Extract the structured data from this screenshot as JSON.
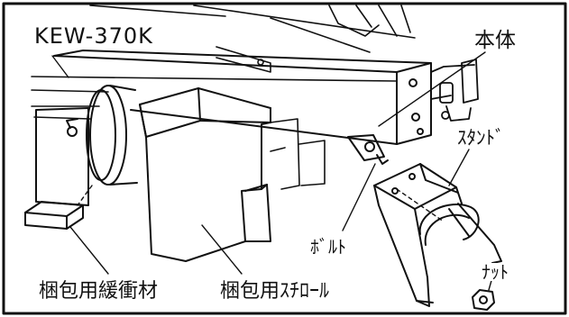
{
  "labels": {
    "model": "KEW-370K",
    "main_body": "本体",
    "stand": "ｽﾀﾝﾄﾞ",
    "bolt": "ﾎﾞﾙﾄ",
    "nut": "ﾅｯﾄ",
    "cushion": "梱包用緩衝材",
    "foam": "梱包用ｽﾁﾛｰﾙ"
  },
  "colors": {
    "line": "#111111",
    "background": "#ffffff"
  }
}
